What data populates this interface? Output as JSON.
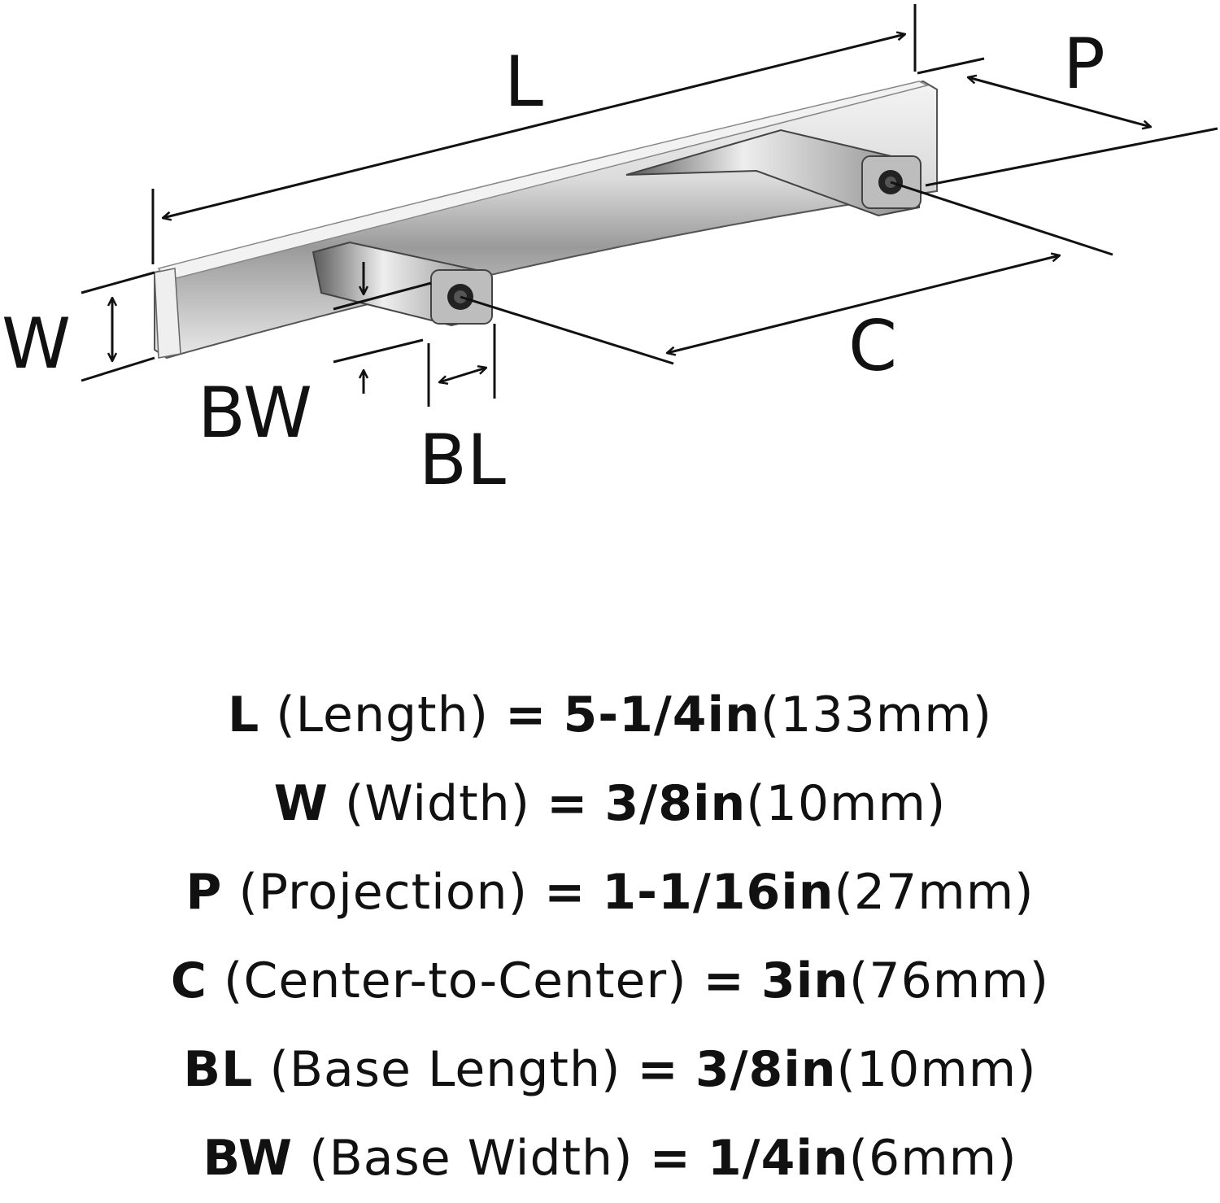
{
  "diagram": {
    "labels": {
      "L": "L",
      "P": "P",
      "W": "W",
      "C": "C",
      "BW": "BW",
      "BL": "BL"
    }
  },
  "specs": [
    {
      "symbol": "L",
      "name": "(Length)",
      "eq": "=",
      "imperial": "5-1/4in",
      "metric": "(133mm)"
    },
    {
      "symbol": "W",
      "name": "(Width)",
      "eq": "=",
      "imperial": "3/8in",
      "metric": "(10mm)"
    },
    {
      "symbol": "P",
      "name": "(Projection)",
      "eq": "=",
      "imperial": "1-1/16in",
      "metric": "(27mm)"
    },
    {
      "symbol": "C",
      "name": "(Center-to-Center)",
      "eq": "=",
      "imperial": "3in",
      "metric": "(76mm)"
    },
    {
      "symbol": "BL",
      "name": "(Base Length)",
      "eq": "=",
      "imperial": "3/8in",
      "metric": "(10mm)"
    },
    {
      "symbol": "BW",
      "name": "(Base Width)",
      "eq": "=",
      "imperial": "1/4in",
      "metric": "(6mm)"
    }
  ]
}
